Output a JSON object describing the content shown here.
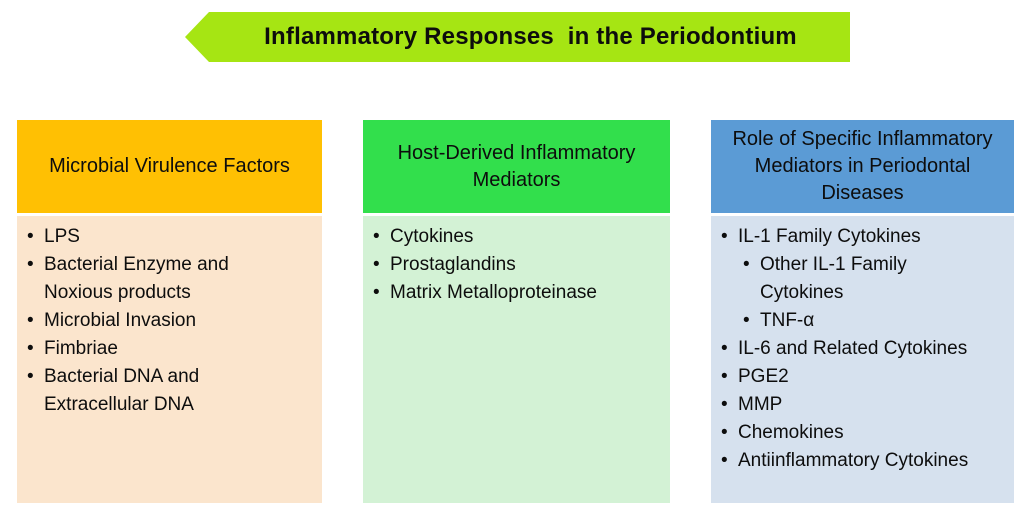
{
  "banner": {
    "title": "Inflammatory Responses  in the Periodontium",
    "bg": "#A6E513"
  },
  "bullet": "•",
  "text_color": "#0D0D0D",
  "columns": [
    {
      "header": "Microbial Virulence Factors",
      "header_bg": "#FFC003",
      "body_bg": "#FBE5CD",
      "items": [
        {
          "label": "LPS",
          "level": 1
        },
        {
          "label": "Bacterial Enzyme and Noxious products",
          "level": 1
        },
        {
          "label": "Microbial Invasion",
          "level": 1
        },
        {
          "label": "Fimbriae",
          "level": 1
        },
        {
          "label": "Bacterial DNA and Extracellular DNA",
          "level": 1
        }
      ]
    },
    {
      "header": "Host-Derived Inflammatory Mediators",
      "header_bg": "#32DF4C",
      "body_bg": "#D3F2D5",
      "items": [
        {
          "label": "Cytokines",
          "level": 1
        },
        {
          "label": "Prostaglandins",
          "level": 1
        },
        {
          "label": "Matrix Metalloproteinase",
          "level": 1
        }
      ]
    },
    {
      "header": "Role of Specific Inflammatory Mediators in Periodontal Diseases",
      "header_bg": "#5B9BD5",
      "body_bg": "#D6E1EE",
      "items": [
        {
          "label": "IL-1 Family Cytokines",
          "level": 1
        },
        {
          "label": "Other IL-1 Family Cytokines",
          "level": 2
        },
        {
          "label": "TNF-α",
          "level": 2
        },
        {
          "label": "IL-6 and Related Cytokines",
          "level": 1
        },
        {
          "label": "PGE2",
          "level": 1
        },
        {
          "label": "MMP",
          "level": 1
        },
        {
          "label": "Chemokines",
          "level": 1
        },
        {
          "label": "Antiinflammatory Cytokines",
          "level": 1
        }
      ]
    }
  ]
}
